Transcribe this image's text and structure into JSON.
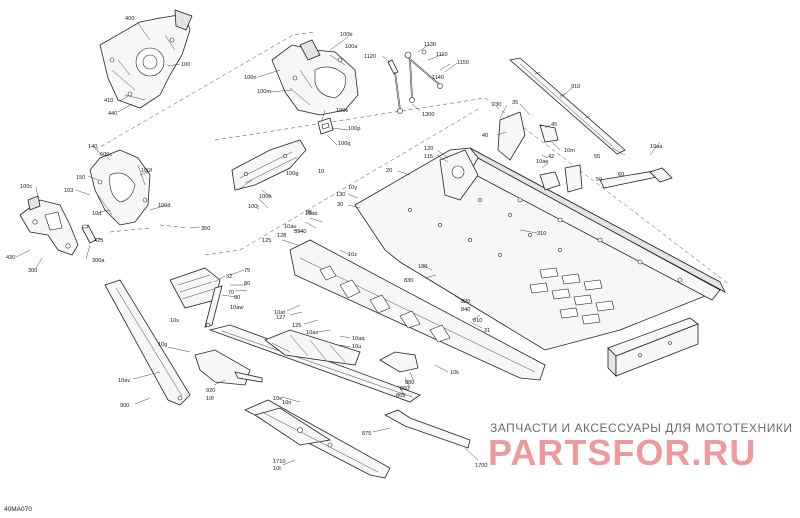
{
  "diagram_code": "40MA070",
  "watermark": {
    "tagline": "ЗАПЧАСТИ И АКСЕССУАРЫ ДЛЯ МОТОТЕХНИКИ",
    "logo": "PARTSFOR.RU"
  },
  "colors": {
    "line": "#222222",
    "watermark_logo": "#e2454b",
    "watermark_text": "#6b6b6b"
  },
  "callouts": [
    "400",
    "100",
    "410",
    "440",
    "100b",
    "100a",
    "100n",
    "100m",
    "1120",
    "1130",
    "1110",
    "1140",
    "1150",
    "1300",
    "910",
    "230",
    "35",
    "40",
    "10m",
    "45",
    "42",
    "10ae",
    "55",
    "50",
    "60",
    "10aa",
    "120",
    "115",
    "20",
    "130",
    "10y",
    "30",
    "10",
    "10d",
    "100e",
    "100p",
    "100q",
    "100g",
    "100h",
    "100j",
    "140",
    "600c",
    "150",
    "100f",
    "103",
    "100d",
    "425",
    "100c",
    "300a",
    "350",
    "430",
    "300",
    "310",
    "10ab",
    "36",
    "10au",
    "128",
    "125",
    "3340",
    "10z",
    "180",
    "830",
    "820",
    "840",
    "810",
    "31",
    "32",
    "75",
    "80",
    "70",
    "90",
    "10aw",
    "10at",
    "127",
    "125",
    "10as",
    "10aq",
    "10u",
    "10s",
    "10g",
    "10av",
    "900",
    "920",
    "10f",
    "10e",
    "10t",
    "10k",
    "880",
    "860",
    "865",
    "875",
    "1700",
    "1710",
    "10n",
    "10r"
  ]
}
